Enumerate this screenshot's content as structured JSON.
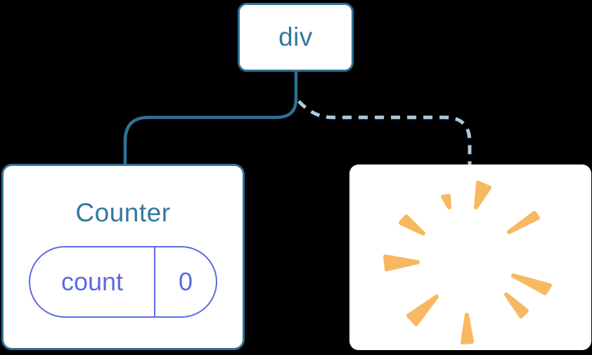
{
  "tree": {
    "root_node": {
      "label": "div"
    },
    "left_child": {
      "title": "Counter",
      "state_pill": {
        "name": "count",
        "value": "0"
      }
    },
    "right_child": {
      "icon": "poof-burst-icon"
    }
  },
  "edges": {
    "left_edge_style": "solid",
    "right_edge_style": "dashed"
  },
  "colors": {
    "canvas_background": "#000000",
    "node_background": "#ffffff",
    "node_border_teal": "#2e7296",
    "node_text_teal": "#35789e",
    "solid_edge": "#2e7296",
    "dashed_edge": "#a9cbde",
    "state_purple": "#5d6ae0",
    "burst_orange": "#f8b862"
  }
}
